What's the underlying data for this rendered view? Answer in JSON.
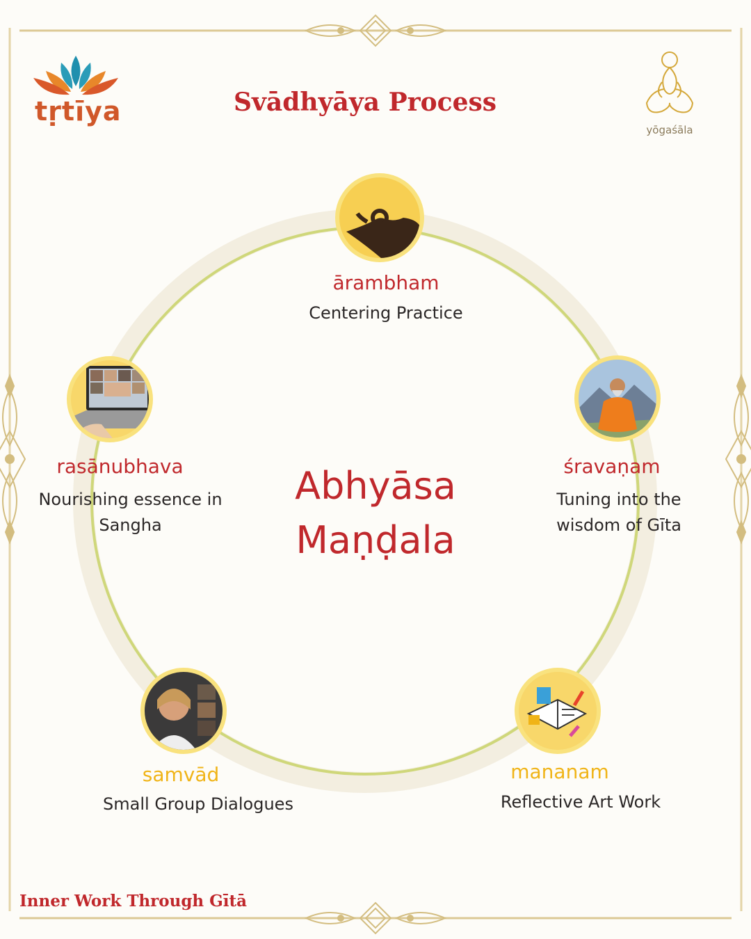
{
  "page": {
    "title": "Svādhyāya Process",
    "footer": "Inner Work Through Gītā"
  },
  "logos": {
    "left_brand": "tṛtīya",
    "right_brand": "yōgaśāla"
  },
  "center": {
    "line1": "Abhyāsa",
    "line2": "Maṇḍala"
  },
  "stages": [
    {
      "sanskrit": "ārambham",
      "description": "Centering Practice",
      "color": "#c0282c",
      "icon": "mudra-hand-icon"
    },
    {
      "sanskrit": "śravaṇam",
      "description": "Tuning into the wisdom of Gīta",
      "color": "#c0282c",
      "icon": "teacher-meditating-icon"
    },
    {
      "sanskrit": "mananam",
      "description": "Reflective Art Work",
      "color": "#f0b417",
      "icon": "art-journal-icon"
    },
    {
      "sanskrit": "samvād",
      "description": "Small Group Dialogues",
      "color": "#f0b417",
      "icon": "video-call-icon"
    },
    {
      "sanskrit": "rasānubhava",
      "description": "Nourishing essence in Sangha",
      "color": "#c0282c",
      "icon": "laptop-meeting-icon"
    }
  ],
  "colors": {
    "accent_red": "#c0282c",
    "accent_gold": "#f0b417",
    "ring": "#cfd77a",
    "border_gold": "#d8c48e"
  }
}
